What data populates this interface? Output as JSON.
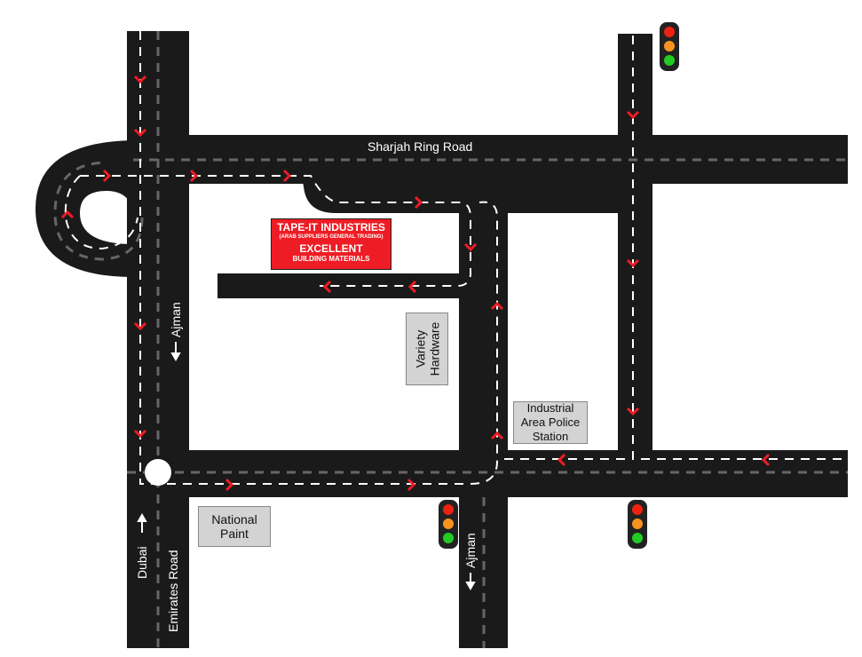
{
  "roads": {
    "ring_road": "Sharjah Ring Road",
    "ajman_north": "Ajman",
    "dubai": "Dubai",
    "emirates_road": "Emirates Road",
    "ajman_south": "Ajman"
  },
  "sign": {
    "line1": "TAPE-IT INDUSTRIES",
    "line2": "(ARAB SUPPLIERS GENERAL TRADING)",
    "line3": "EXCELLENT",
    "line4": "BUILDING MATERIALS"
  },
  "landmarks": {
    "variety_hardware": "Variety Hardware",
    "police_station": "Industrial Area Police Station",
    "national_paint": "National Paint"
  },
  "colors": {
    "road": "#1a1a1a",
    "route": "#ee1c24",
    "sign": "#ee1c24",
    "landmark": "#d3d3d3"
  }
}
